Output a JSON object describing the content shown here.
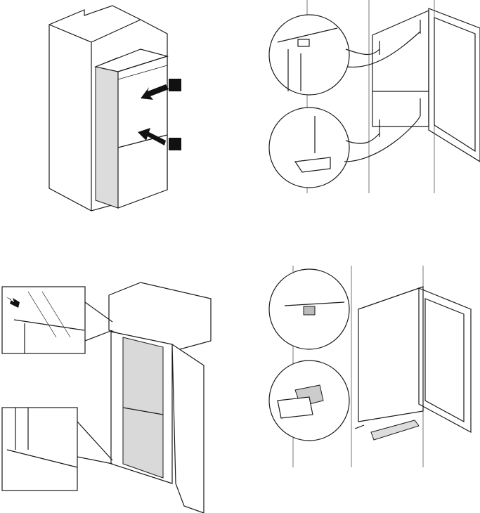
{
  "colors": {
    "line": "#1a1a1a",
    "shade": "#d9d9d9",
    "marker": "#111111",
    "background": "#ffffff"
  },
  "figure": {
    "panels": [
      "install-step-1",
      "install-step-2",
      "install-step-3",
      "install-step-4"
    ]
  }
}
